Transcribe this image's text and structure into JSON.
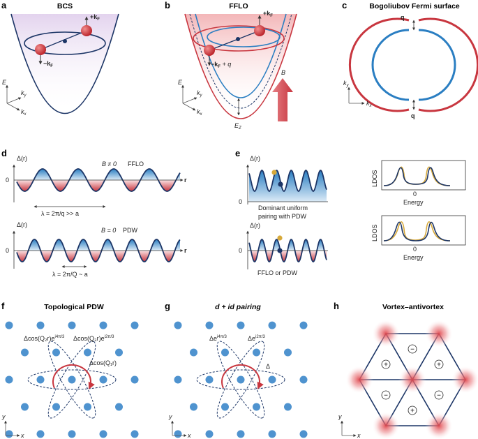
{
  "panels": {
    "a": {
      "label": "a",
      "title": "BCS",
      "kf": "+k",
      "kf_sub": "F",
      "mkf": "−k",
      "mkf_sub": "F",
      "axes": {
        "e": "E",
        "ky": "k",
        "ky_sub": "y",
        "kx": "k",
        "kx_sub": "x"
      }
    },
    "b": {
      "label": "b",
      "title": "FFLO",
      "kf": "+k",
      "kf_sub": "F",
      "mkf": "−k",
      "mkf_sub": "F",
      "mkf_tail": " + q",
      "b_field": "B",
      "ez": "E",
      "ez_sub": "Z",
      "axes": {
        "e": "E",
        "ky": "k",
        "ky_sub": "y",
        "kx": "k",
        "kx_sub": "x"
      }
    },
    "c": {
      "label": "c",
      "title": "Bogoliubov Fermi surface",
      "q_top": "q",
      "q_bottom": "q",
      "axes": {
        "ky": "k",
        "ky_sub": "y",
        "kx": "k",
        "kx_sub": "x"
      }
    },
    "d": {
      "label": "d",
      "top": {
        "ylabel": "Δ(r)",
        "zero": "0",
        "field": "B ≠ 0",
        "name": "FFLO",
        "axis": "r",
        "lambda": "λ = 2π/q >> a"
      },
      "bottom": {
        "ylabel": "Δ(r)",
        "zero": "0",
        "field": "B = 0",
        "name": "PDW",
        "axis": "r",
        "lambda": "λ = 2π/Q ~ a"
      }
    },
    "e": {
      "label": "e",
      "top": {
        "ylabel": "Δ(r)",
        "zero": "0",
        "caption_line1": "Dominant uniform",
        "caption_line2": "pairing with PDW",
        "ldos": "LDOS",
        "energy": "Energy",
        "e0": "0"
      },
      "bottom": {
        "ylabel": "Δ(r)",
        "zero": "0",
        "caption": "FFLO or PDW",
        "ldos": "LDOS",
        "energy": "Energy",
        "e0": "0"
      }
    },
    "f": {
      "label": "f",
      "title": "Topological PDW",
      "term1": "Δcos(Q₂r)e",
      "term1_sup": "i4π/3",
      "term2": "Δcos(Q₃r)e",
      "term2_sup": "i2π/3",
      "term3": "Δcos(Q₁r)",
      "axes": {
        "y": "y",
        "x": "x"
      }
    },
    "g": {
      "label": "g",
      "title": "d + id pairing",
      "term1": "Δe",
      "term1_sup": "i4π/3",
      "term2": "Δe",
      "term2_sup": "i2π/3",
      "term3": "Δ",
      "axes": {
        "y": "y",
        "x": "x"
      }
    },
    "h": {
      "label": "h",
      "title": "Vortex–antivortex",
      "plus": "+",
      "minus": "−",
      "axes": {
        "y": "y",
        "x": "x"
      }
    }
  },
  "colors": {
    "navy": "#1c3566",
    "red": "#c8363f",
    "blue": "#2a7ec2",
    "dot": "#4f93cf",
    "gold": "#d7a93a",
    "pink": "#f4c9cb",
    "lilac": "#e9ddf0"
  }
}
